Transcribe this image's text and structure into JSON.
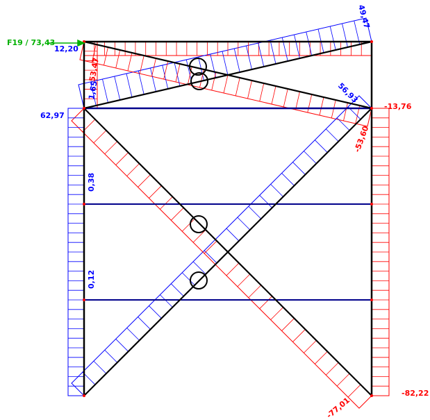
{
  "colors": {
    "structure": "#000000",
    "beam": "#00008b",
    "blue": "#0000ff",
    "red": "#ff0000",
    "green": "#00b000"
  },
  "labels": {
    "load_case": "F19 / 73,43",
    "top_left_blue": "12,20",
    "top_right_blue": "49,47",
    "upper_post_red": "53,47",
    "upper_post_blue": "1,65",
    "upper_diag_blue": "56,93",
    "mid_left_blue": "62,97",
    "mid_right_red": "-13,76",
    "mid_right_diag_red": "-53,60",
    "post_force_1": "0,38",
    "post_force_2": "0,12",
    "bottom_diag_red": "-77,01",
    "bottom_right_red": "-82,22"
  }
}
